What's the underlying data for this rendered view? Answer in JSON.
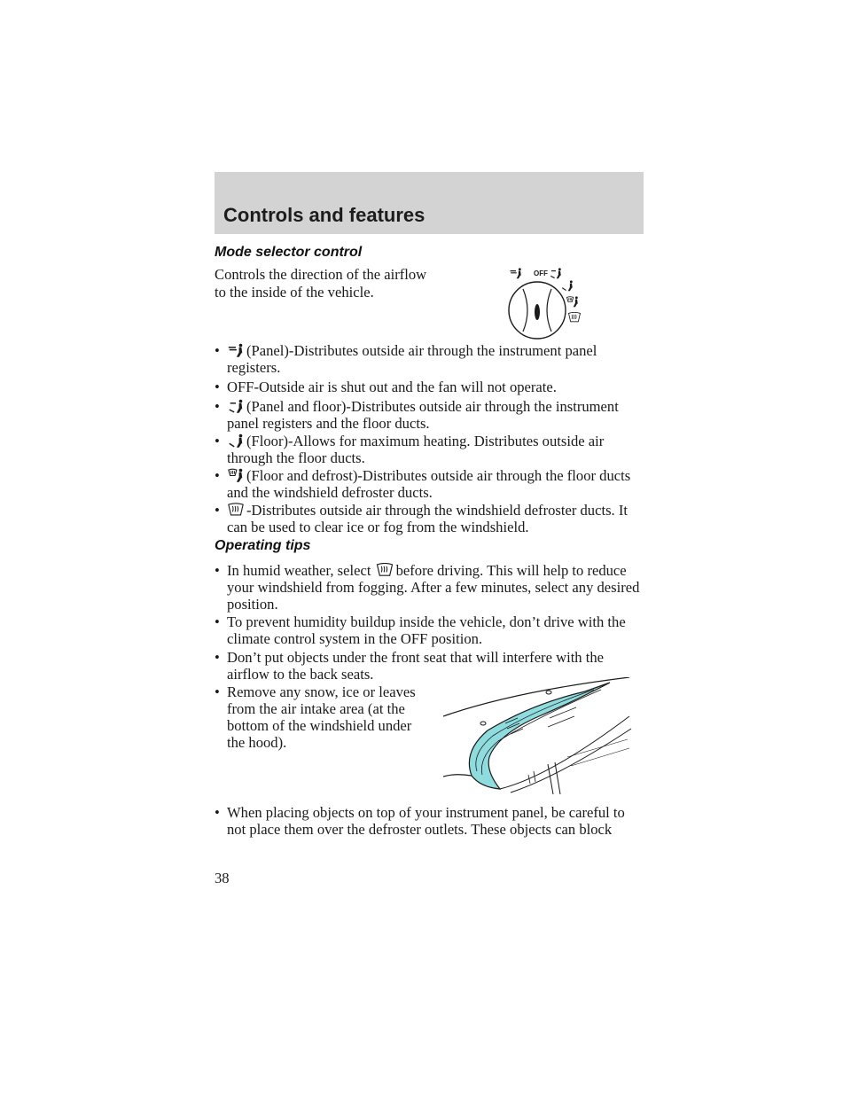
{
  "header": {
    "title": "Controls and features"
  },
  "mode_selector": {
    "heading": "Mode selector control",
    "intro": "Controls the direction of the airflow to the inside of the vehicle.",
    "dial_label": "OFF",
    "items": [
      {
        "icon": "panel-vent-icon",
        "text": "(Panel)-Distributes outside air through the instrument panel registers."
      },
      {
        "icon": "",
        "text": "OFF-Outside air is shut out and the fan will not operate."
      },
      {
        "icon": "panel-floor-vent-icon",
        "text": "(Panel and floor)-Distributes outside air through the instrument panel registers and the floor ducts."
      },
      {
        "icon": "floor-vent-icon",
        "text": "(Floor)-Allows for maximum heating. Distributes outside air through the floor ducts."
      },
      {
        "icon": "floor-defrost-icon",
        "text": "(Floor and defrost)-Distributes outside air through the floor ducts and the windshield defroster ducts."
      },
      {
        "icon": "defrost-icon",
        "text": "-Distributes outside air through the windshield defroster ducts. It can be used to clear ice or fog from the windshield."
      }
    ]
  },
  "operating_tips": {
    "heading": "Operating tips",
    "tip1_before": "In humid weather, select",
    "tip1_after": "before driving. This will help to reduce your windshield from fogging. After a few minutes, select any desired position.",
    "tip2": "To prevent humidity buildup inside the vehicle, don’t drive with the climate control system in the OFF position.",
    "tip3": "Don’t put objects under the front seat that will interfere with the airflow to the back seats.",
    "tip4": "Remove any snow, ice or leaves from the air intake area (at the bottom of the windshield under the hood).",
    "tip5": "When placing objects on top of your instrument panel, be careful to not place them over the defroster outlets. These objects can block"
  },
  "bullet": "•",
  "page_number": "38",
  "colors": {
    "header_band": "#d3d3d3",
    "intake_highlight": "#8fdcdf"
  }
}
